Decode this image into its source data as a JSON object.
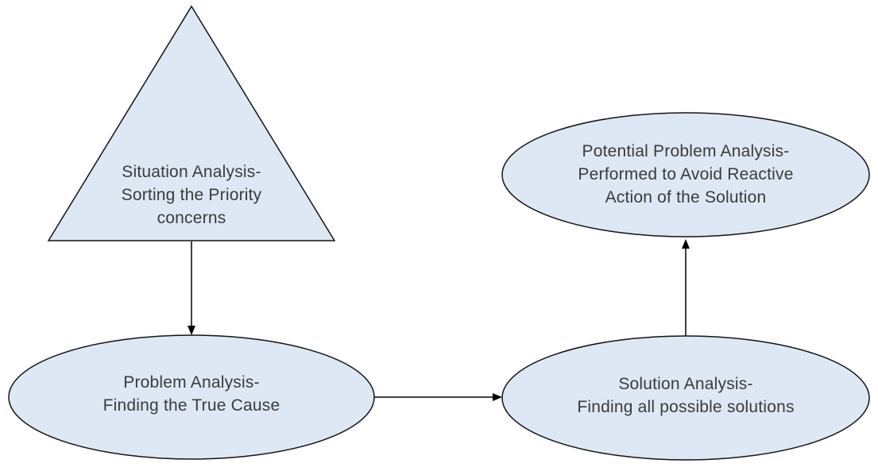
{
  "diagram": {
    "description": "Four-step analysis flowchart",
    "colors": {
      "background": "#ffffff",
      "shape_fill": "#dde8f4",
      "shape_stroke": "#141414",
      "arrow": "#000000",
      "text": "#3b3b3b"
    },
    "nodes": [
      {
        "id": "situation",
        "shape": "triangle",
        "label": "Situation Analysis-\nSorting the Priority\nconcerns"
      },
      {
        "id": "problem",
        "shape": "ellipse",
        "label": "Problem Analysis-\nFinding the True Cause"
      },
      {
        "id": "solution",
        "shape": "ellipse",
        "label": "Solution Analysis-\nFinding all possible solutions"
      },
      {
        "id": "potential",
        "shape": "ellipse",
        "label": "Potential Problem Analysis-\nPerformed to Avoid Reactive\nAction of the Solution"
      }
    ],
    "edges": [
      {
        "from": "situation",
        "to": "problem",
        "direction": "down"
      },
      {
        "from": "problem",
        "to": "solution",
        "direction": "right"
      },
      {
        "from": "solution",
        "to": "potential",
        "direction": "up"
      }
    ]
  }
}
